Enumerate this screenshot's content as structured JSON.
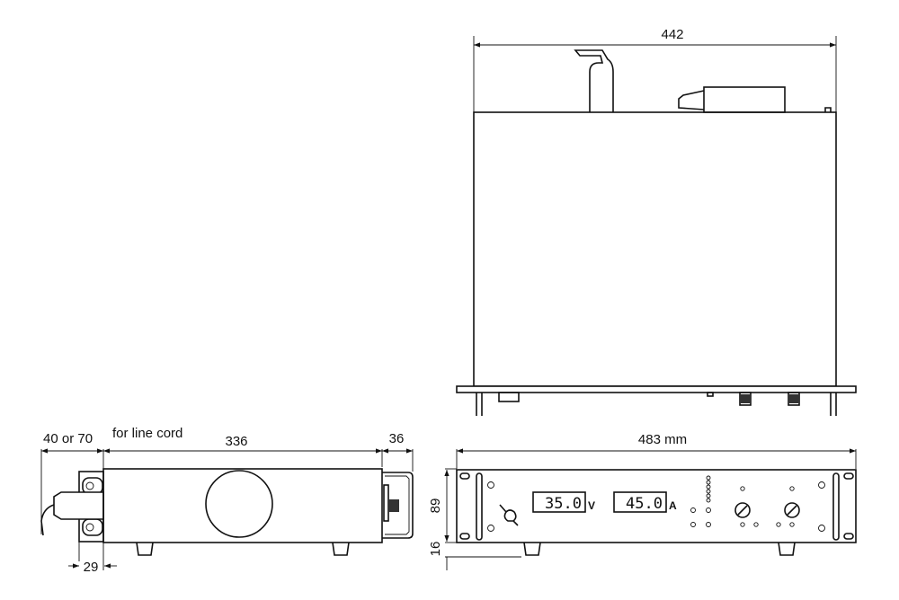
{
  "dimensions": {
    "top_width": "442",
    "front_width": "483 mm",
    "line_cord": "40 or 70",
    "line_cord_note": "for line cord",
    "depth": "336",
    "handle_depth": "36",
    "height": "89",
    "feet": "16",
    "rear_offset": "29"
  },
  "displays": {
    "voltage": "35.0",
    "voltage_unit": "V",
    "current": "45.0",
    "current_unit": "A"
  }
}
